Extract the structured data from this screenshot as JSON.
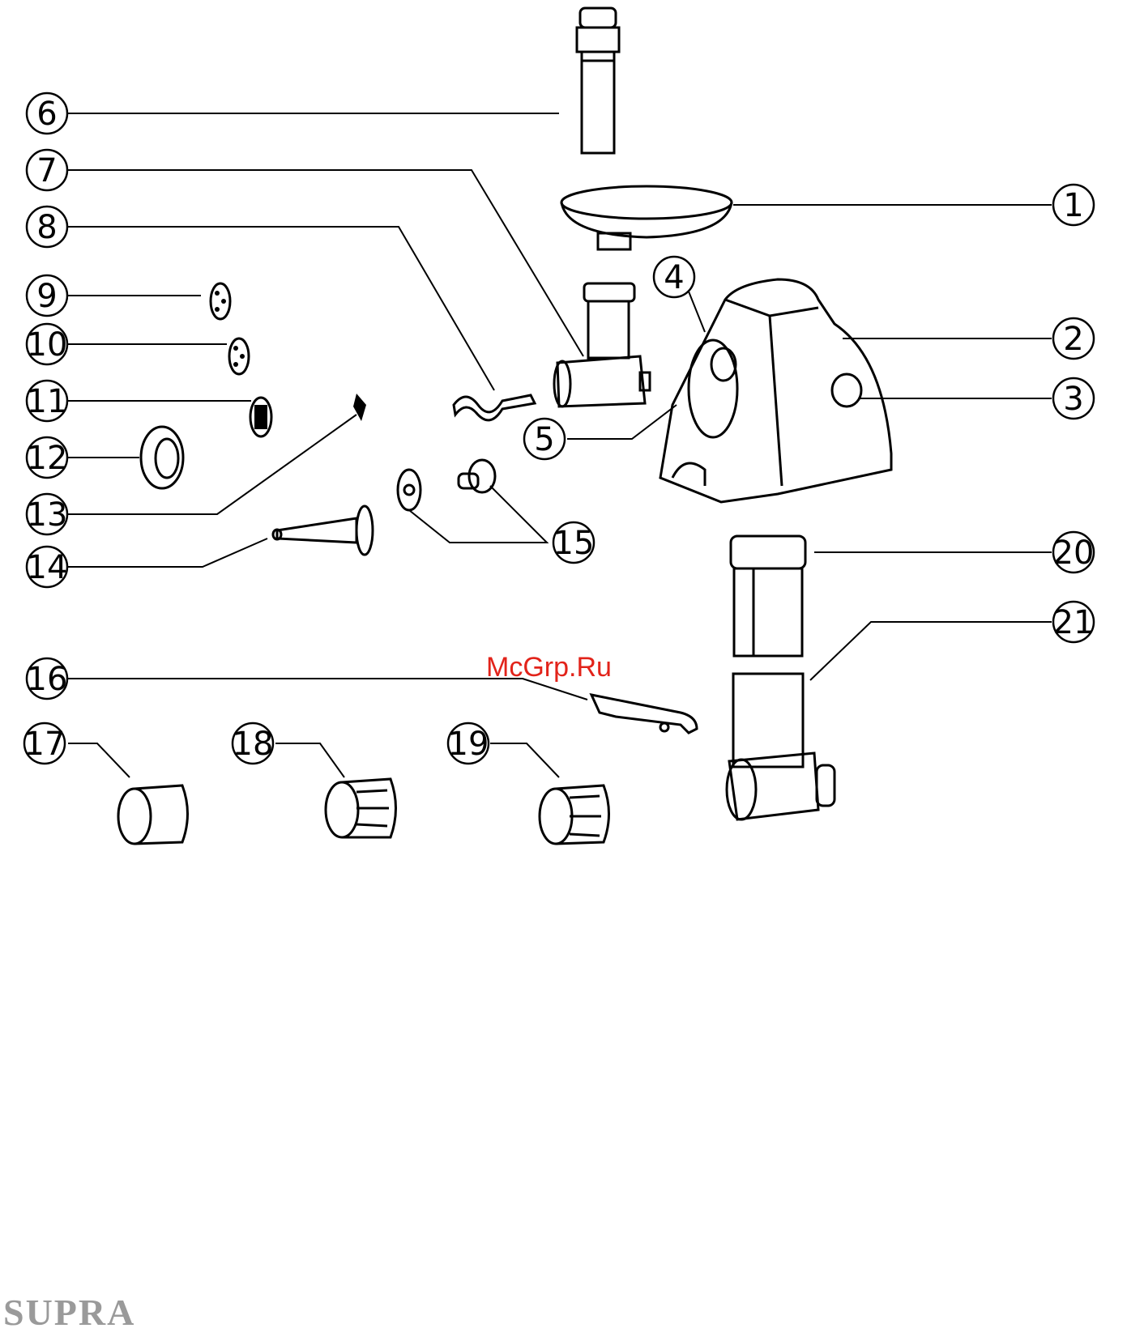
{
  "watermark": "McGrp.Ru",
  "brand": "SUPRA",
  "callouts": [
    {
      "id": "1",
      "label": "1"
    },
    {
      "id": "2",
      "label": "2"
    },
    {
      "id": "3",
      "label": "3"
    },
    {
      "id": "4",
      "label": "4"
    },
    {
      "id": "5",
      "label": "5"
    },
    {
      "id": "6",
      "label": "6"
    },
    {
      "id": "7",
      "label": "7"
    },
    {
      "id": "8",
      "label": "8"
    },
    {
      "id": "9",
      "label": "9"
    },
    {
      "id": "10",
      "label": "10"
    },
    {
      "id": "11",
      "label": "11"
    },
    {
      "id": "12",
      "label": "12"
    },
    {
      "id": "13",
      "label": "13"
    },
    {
      "id": "14",
      "label": "14"
    },
    {
      "id": "15",
      "label": "15"
    },
    {
      "id": "16",
      "label": "16"
    },
    {
      "id": "17",
      "label": "17"
    },
    {
      "id": "18",
      "label": "18"
    },
    {
      "id": "19",
      "label": "19"
    },
    {
      "id": "20",
      "label": "20"
    },
    {
      "id": "21",
      "label": "21"
    }
  ]
}
